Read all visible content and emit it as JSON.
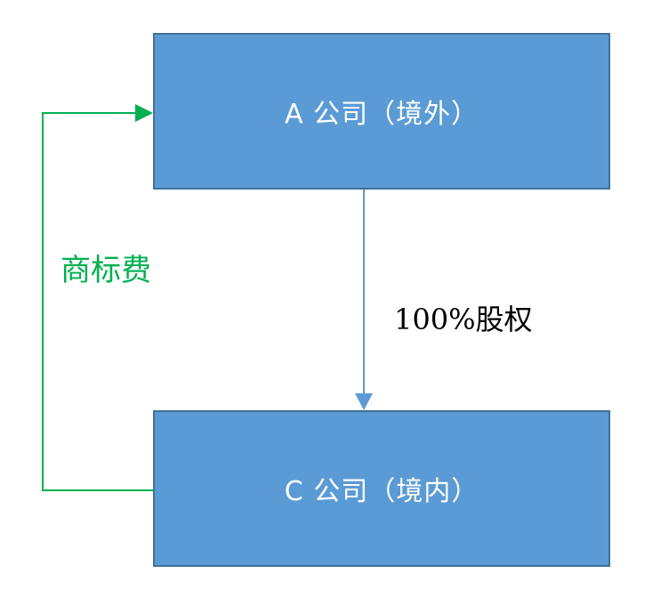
{
  "diagram": {
    "nodes": [
      {
        "id": "a",
        "label": "A 公司（境外）",
        "color": "#5b9bd5",
        "border_color": "#41719c",
        "text_color": "#ffffff"
      },
      {
        "id": "c",
        "label": "C 公司（境内）",
        "color": "#5b9bd5",
        "border_color": "#41719c",
        "text_color": "#ffffff"
      }
    ],
    "edges": [
      {
        "id": "trademark-fee",
        "from": "c",
        "to": "a",
        "label": "商标费",
        "color": "#00b050",
        "style": "elbow-left",
        "arrow": "end"
      },
      {
        "id": "equity",
        "from": "a",
        "to": "c",
        "label": "100%股权",
        "color": "#5b9bd5",
        "style": "straight",
        "arrow": "end"
      }
    ]
  }
}
